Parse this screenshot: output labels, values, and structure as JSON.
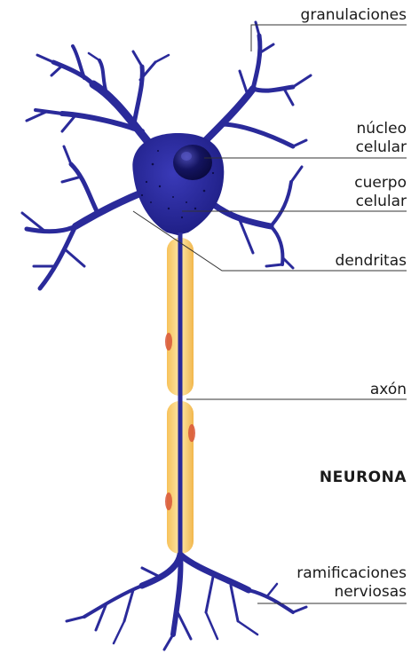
{
  "labels": {
    "granulaciones": "granulaciones",
    "nucleo_line1": "núcleo",
    "nucleo_line2": "celular",
    "cuerpo_line1": "cuerpo",
    "cuerpo_line2": "celular",
    "dendritas": "dendritas",
    "axon": "axón",
    "title": "NEURONA",
    "ramificaciones_line1": "ramificaciones",
    "ramificaciones_line2": "nerviosas"
  },
  "colors": {
    "neuron_blue": "#2a2a9a",
    "nucleus_dark": "#0e0e55",
    "myelin_yellow": "#f4c867",
    "myelin_red": "#d8563a",
    "leader_line": "#333333"
  }
}
